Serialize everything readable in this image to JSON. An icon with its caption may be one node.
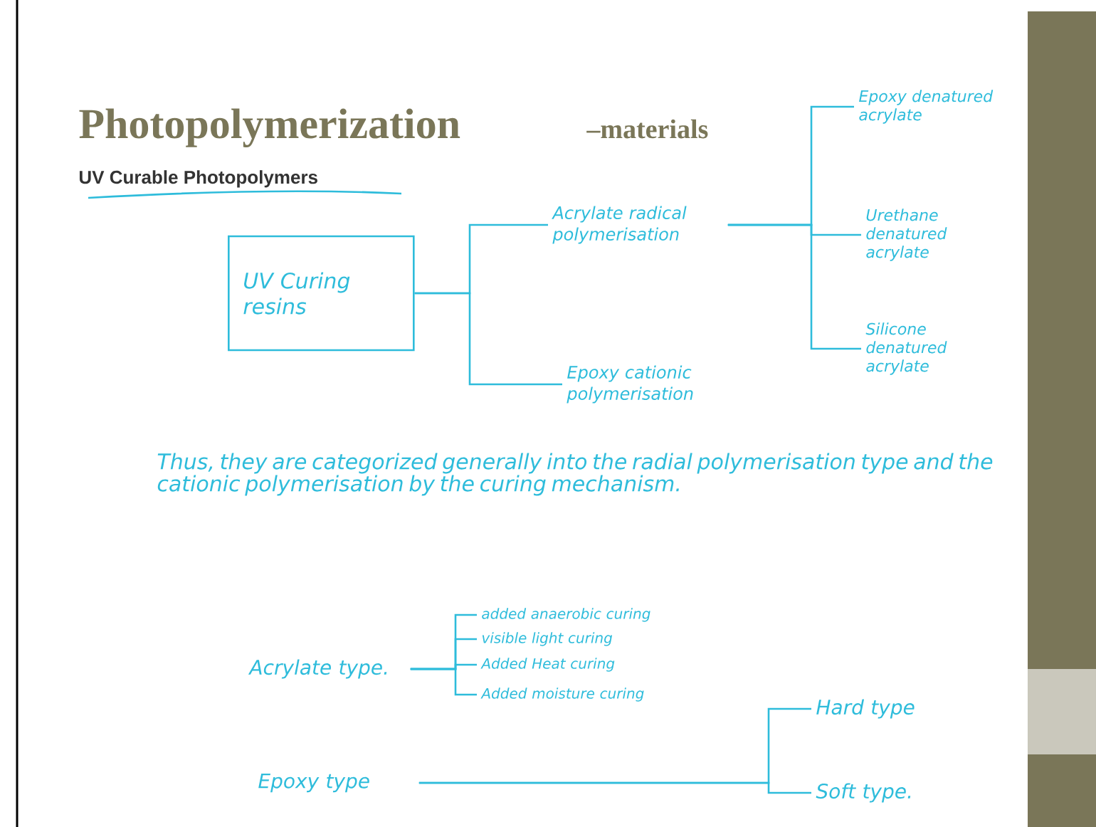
{
  "diagram": {
    "title": "Photopolymerization",
    "nodes": [
      {
        "text": [
          "UV Curing resins"
        ]
      },
      {
        "text": [
          "Acrylate radical polymerisation"
        ]
      },
      {
        "text": [
          "Epoxy cationic polymerisation"
        ]
      },
      {
        "text": [
          "Epoxy denatured acrylate"
        ]
      },
      {
        "text": [
          "Urethane denatured acrylate"
        ]
      },
      {
        "text": [
          "Silicone denatured acrylate"
        ]
      },
      {
        "text": [
          "Acrylate type."
        ]
      },
      {
        "text": [
          "added anaerobic curing"
        ]
      },
      {
        "text": [
          "visible light curing"
        ]
      },
      {
        "text": [
          "Added Heat curing"
        ]
      },
      {
        "text": [
          "Added moisture curing"
        ]
      },
      {
        "text": [
          "Epoxy type"
        ]
      },
      {
        "text": [
          "Hard type"
        ]
      },
      {
        "text": [
          "Soft type."
        ]
      }
    ],
    "edges": [
      {
        "from": 0,
        "to": 1,
        "arrow": "none"
      },
      {
        "from": 0,
        "to": 2,
        "arrow": "none"
      },
      {
        "from": 1,
        "to": 3,
        "arrow": "none"
      },
      {
        "from": 1,
        "to": 4,
        "arrow": "none"
      },
      {
        "from": 1,
        "to": 5,
        "arrow": "none"
      },
      {
        "from": 6,
        "to": 7,
        "arrow": "none"
      },
      {
        "from": 6,
        "to": 8,
        "arrow": "none"
      },
      {
        "from": 6,
        "to": 9,
        "arrow": "none"
      },
      {
        "from": 6,
        "to": 10,
        "arrow": "none"
      },
      {
        "from": 11,
        "to": 12,
        "arrow": "none"
      },
      {
        "from": 11,
        "to": 13,
        "arrow": "none"
      }
    ],
    "labels": [
      "–materials",
      "UV Curable Photopolymers",
      "Thus, they are categorized generally into the radial polymerisation type and the cationic polymerisation by the curing mechanism."
    ]
  }
}
